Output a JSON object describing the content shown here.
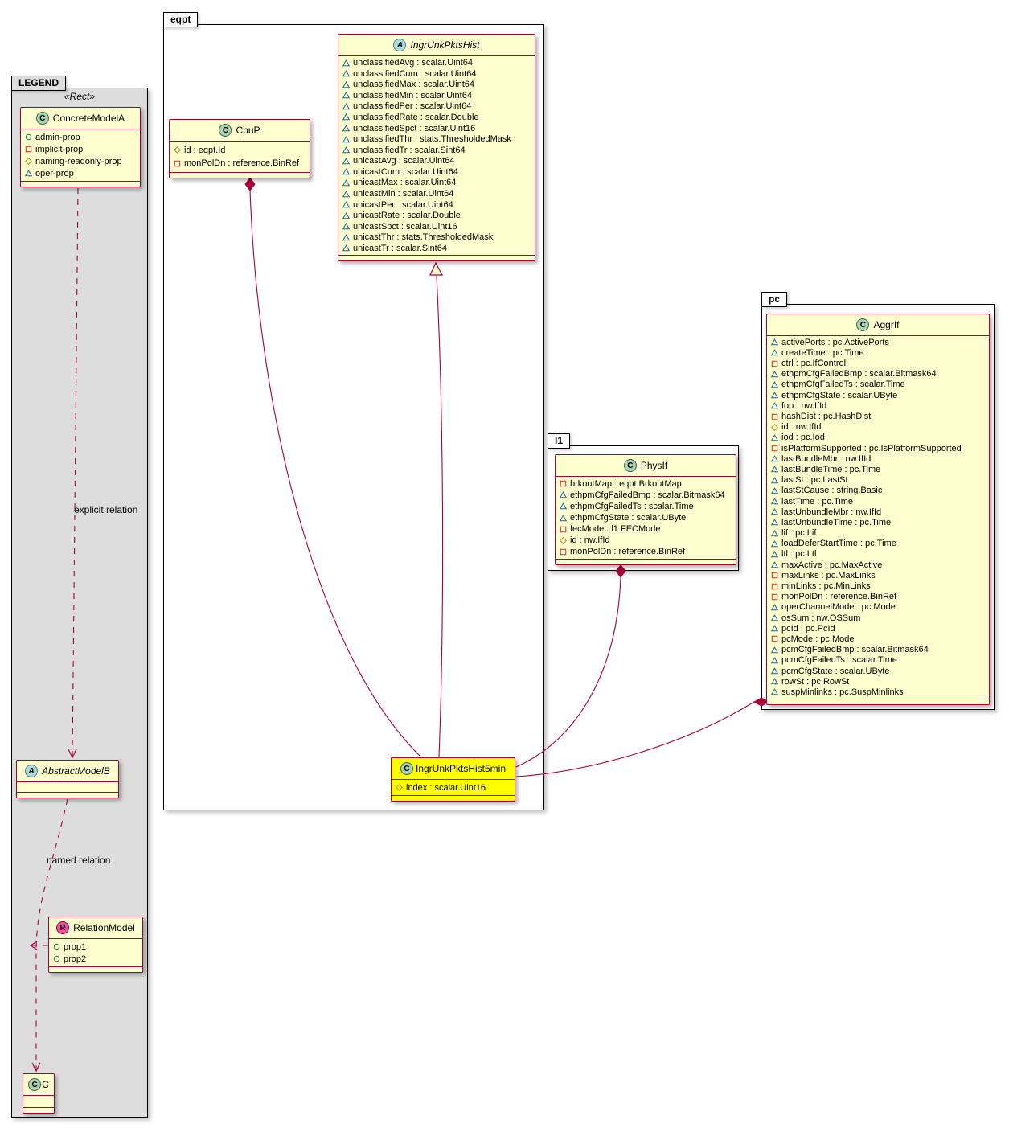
{
  "diagram": {
    "type": "uml-class-diagram",
    "colors": {
      "class_bg": "#FEFECE",
      "class_border": "#A80036",
      "highlight_bg": "#FFFF00",
      "relation_line": "#A80036",
      "legend_bg": "#DDDDDD"
    },
    "packages": {
      "legend": {
        "name": "LEGEND",
        "stereotype": "«Rect»"
      },
      "eqpt": {
        "name": "eqpt"
      },
      "l1": {
        "name": "l1"
      },
      "pc": {
        "name": "pc"
      }
    },
    "relation_labels": {
      "explicit": "explicit relation",
      "named": "named relation"
    },
    "relations": [
      {
        "from": "CpuP",
        "to": "IngrUnkPktsHist5min",
        "type": "composition"
      },
      {
        "from": "IngrUnkPktsHist5min",
        "to": "IngrUnkPktsHist",
        "type": "generalization"
      },
      {
        "from": "PhysIf",
        "to": "IngrUnkPktsHist5min",
        "type": "composition"
      },
      {
        "from": "AggrIf",
        "to": "IngrUnkPktsHist5min",
        "type": "composition"
      },
      {
        "from": "ConcreteModelA",
        "to": "AbstractModelB",
        "type": "dashed-arrow",
        "label": "explicit relation"
      },
      {
        "from": "AbstractModelB",
        "to": "C",
        "type": "dashed-arrow",
        "label": "named relation",
        "via": "RelationModel"
      }
    ],
    "classes": {
      "concreteModelA": {
        "spot": "C",
        "title": "ConcreteModelA",
        "members": [
          {
            "icon": "circle",
            "text": "admin-prop"
          },
          {
            "icon": "square",
            "text": "implicit-prop"
          },
          {
            "icon": "diamond",
            "text": "naming-readonly-prop"
          },
          {
            "icon": "triangle",
            "text": "oper-prop"
          }
        ]
      },
      "abstractModelB": {
        "spot": "A",
        "title": "AbstractModelB",
        "members": []
      },
      "relationModel": {
        "spot": "R",
        "title": "RelationModel",
        "members": [
          {
            "icon": "circle",
            "text": "prop1"
          },
          {
            "icon": "circle",
            "text": "prop2"
          }
        ]
      },
      "c": {
        "spot": "C",
        "title": "C",
        "members": []
      },
      "ingrUnkPktsHist": {
        "spot": "A",
        "title": "IngrUnkPktsHist",
        "members": [
          {
            "icon": "triangle",
            "text": "unclassifiedAvg : scalar.Uint64"
          },
          {
            "icon": "triangle",
            "text": "unclassifiedCum : scalar.Uint64"
          },
          {
            "icon": "triangle",
            "text": "unclassifiedMax : scalar.Uint64"
          },
          {
            "icon": "triangle",
            "text": "unclassifiedMin : scalar.Uint64"
          },
          {
            "icon": "triangle",
            "text": "unclassifiedPer : scalar.Uint64"
          },
          {
            "icon": "triangle",
            "text": "unclassifiedRate : scalar.Double"
          },
          {
            "icon": "triangle",
            "text": "unclassifiedSpct : scalar.Uint16"
          },
          {
            "icon": "triangle",
            "text": "unclassifiedThr : stats.ThresholdedMask"
          },
          {
            "icon": "triangle",
            "text": "unclassifiedTr : scalar.Sint64"
          },
          {
            "icon": "triangle",
            "text": "unicastAvg : scalar.Uint64"
          },
          {
            "icon": "triangle",
            "text": "unicastCum : scalar.Uint64"
          },
          {
            "icon": "triangle",
            "text": "unicastMax : scalar.Uint64"
          },
          {
            "icon": "triangle",
            "text": "unicastMin : scalar.Uint64"
          },
          {
            "icon": "triangle",
            "text": "unicastPer : scalar.Uint64"
          },
          {
            "icon": "triangle",
            "text": "unicastRate : scalar.Double"
          },
          {
            "icon": "triangle",
            "text": "unicastSpct : scalar.Uint16"
          },
          {
            "icon": "triangle",
            "text": "unicastThr : stats.ThresholdedMask"
          },
          {
            "icon": "triangle",
            "text": "unicastTr : scalar.Sint64"
          }
        ]
      },
      "cpuP": {
        "spot": "C",
        "title": "CpuP",
        "members": [
          {
            "icon": "diamond",
            "text": "id : eqpt.Id"
          },
          {
            "icon": "square",
            "text": "monPolDn : reference.BinRef"
          }
        ]
      },
      "ingrUnkPktsHist5min": {
        "spot": "C",
        "title": "IngrUnkPktsHist5min",
        "members": [
          {
            "icon": "diamond",
            "text": "index : scalar.Uint16"
          }
        ]
      },
      "physIf": {
        "spot": "C",
        "title": "PhysIf",
        "members": [
          {
            "icon": "square",
            "text": "brkoutMap : eqpt.BrkoutMap"
          },
          {
            "icon": "triangle",
            "text": "ethpmCfgFailedBmp : scalar.Bitmask64"
          },
          {
            "icon": "triangle",
            "text": "ethpmCfgFailedTs : scalar.Time"
          },
          {
            "icon": "triangle",
            "text": "ethpmCfgState : scalar.UByte"
          },
          {
            "icon": "square",
            "text": "fecMode : l1.FECMode"
          },
          {
            "icon": "diamond",
            "text": "id : nw.IfId"
          },
          {
            "icon": "square",
            "text": "monPolDn : reference.BinRef"
          }
        ]
      },
      "aggrIf": {
        "spot": "C",
        "title": "AggrIf",
        "members": [
          {
            "icon": "triangle",
            "text": "activePorts : pc.ActivePorts"
          },
          {
            "icon": "triangle",
            "text": "createTime : pc.Time"
          },
          {
            "icon": "square",
            "text": "ctrl : pc.IfControl"
          },
          {
            "icon": "triangle",
            "text": "ethpmCfgFailedBmp : scalar.Bitmask64"
          },
          {
            "icon": "triangle",
            "text": "ethpmCfgFailedTs : scalar.Time"
          },
          {
            "icon": "triangle",
            "text": "ethpmCfgState : scalar.UByte"
          },
          {
            "icon": "triangle",
            "text": "fop : nw.IfId"
          },
          {
            "icon": "square",
            "text": "hashDist : pc.HashDist"
          },
          {
            "icon": "diamond",
            "text": "id : nw.IfId"
          },
          {
            "icon": "triangle",
            "text": "iod : pc.Iod"
          },
          {
            "icon": "square",
            "text": "isPlatformSupported : pc.IsPlatformSupported"
          },
          {
            "icon": "triangle",
            "text": "lastBundleMbr : nw.IfId"
          },
          {
            "icon": "triangle",
            "text": "lastBundleTime : pc.Time"
          },
          {
            "icon": "triangle",
            "text": "lastSt : pc.LastSt"
          },
          {
            "icon": "triangle",
            "text": "lastStCause : string.Basic"
          },
          {
            "icon": "triangle",
            "text": "lastTime : pc.Time"
          },
          {
            "icon": "triangle",
            "text": "lastUnbundleMbr : nw.IfId"
          },
          {
            "icon": "triangle",
            "text": "lastUnbundleTime : pc.Time"
          },
          {
            "icon": "triangle",
            "text": "lif : pc.Lif"
          },
          {
            "icon": "triangle",
            "text": "loadDeferStartTime : pc.Time"
          },
          {
            "icon": "triangle",
            "text": "ltl : pc.Ltl"
          },
          {
            "icon": "triangle",
            "text": "maxActive : pc.MaxActive"
          },
          {
            "icon": "square",
            "text": "maxLinks : pc.MaxLinks"
          },
          {
            "icon": "square",
            "text": "minLinks : pc.MinLinks"
          },
          {
            "icon": "square",
            "text": "monPolDn : reference.BinRef"
          },
          {
            "icon": "triangle",
            "text": "operChannelMode : pc.Mode"
          },
          {
            "icon": "triangle",
            "text": "osSum : nw.OSSum"
          },
          {
            "icon": "triangle",
            "text": "pcId : pc.PcId"
          },
          {
            "icon": "square",
            "text": "pcMode : pc.Mode"
          },
          {
            "icon": "triangle",
            "text": "pcmCfgFailedBmp : scalar.Bitmask64"
          },
          {
            "icon": "triangle",
            "text": "pcmCfgFailedTs : scalar.Time"
          },
          {
            "icon": "triangle",
            "text": "pcmCfgState : scalar.UByte"
          },
          {
            "icon": "triangle",
            "text": "rowSt : pc.RowSt"
          },
          {
            "icon": "triangle",
            "text": "suspMinlinks : pc.SuspMinlinks"
          }
        ]
      }
    }
  }
}
